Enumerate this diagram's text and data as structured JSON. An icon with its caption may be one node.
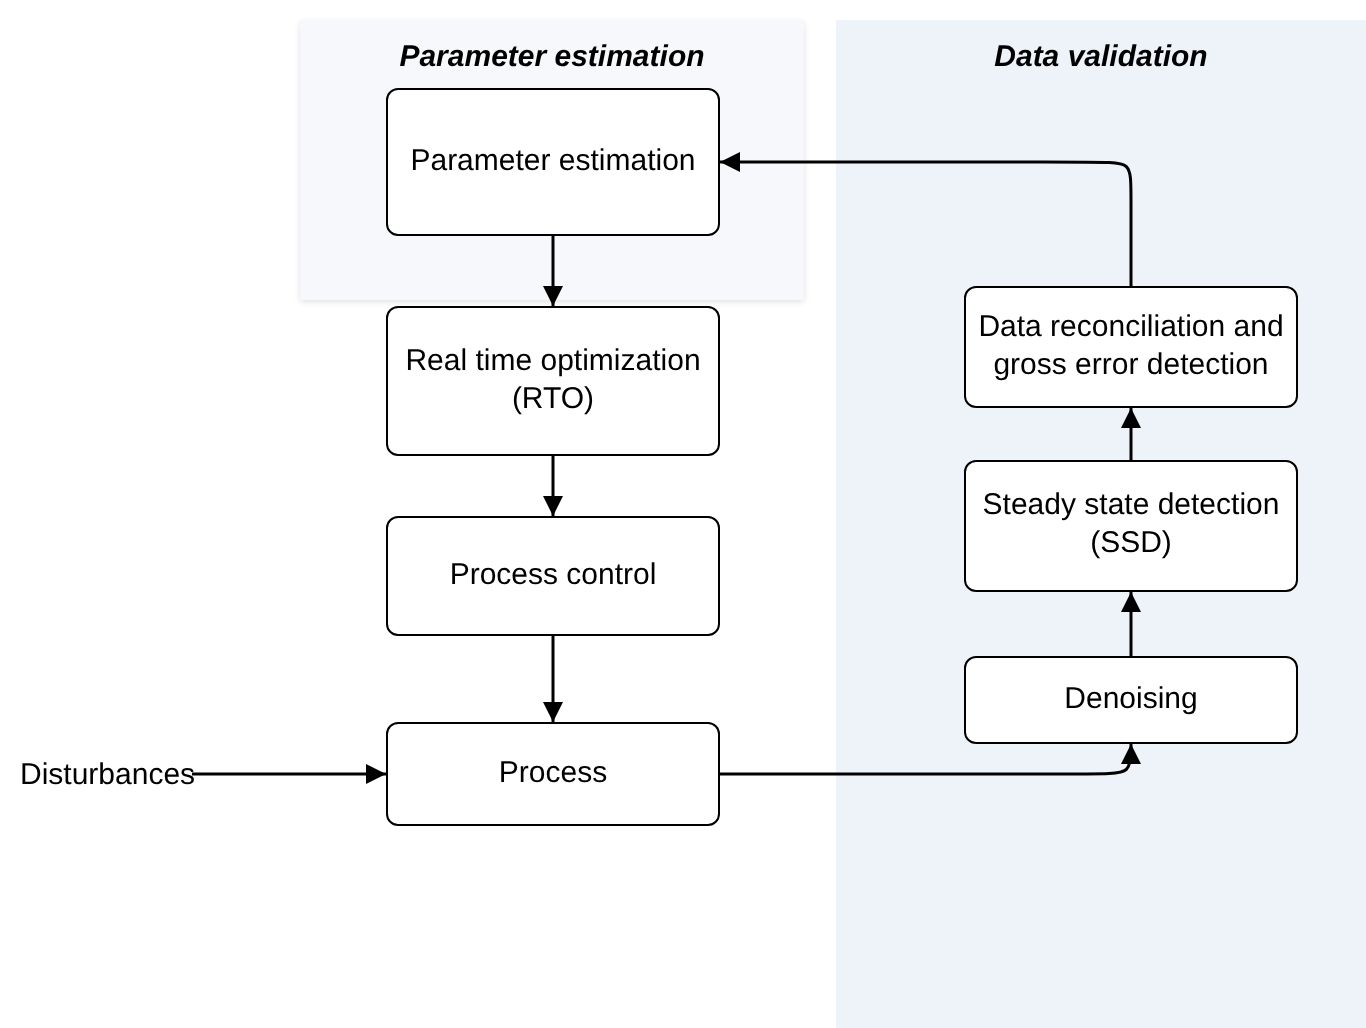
{
  "diagram": {
    "nodes": [
      {
        "text": [
          "Parameter estimation"
        ]
      },
      {
        "text": [
          "Data validation"
        ]
      },
      {
        "text": [
          "Parameter estimation"
        ],
        "in": 0
      },
      {
        "text": [
          "Real time optimization (RTO)"
        ]
      },
      {
        "text": [
          "Process control"
        ]
      },
      {
        "text": [
          "Process"
        ]
      },
      {
        "text": [
          "Disturbances"
        ]
      },
      {
        "text": [
          "Data reconciliation and gross error detection"
        ],
        "in": 1
      },
      {
        "text": [
          "Steady state detection (SSD)"
        ],
        "in": 1
      },
      {
        "text": [
          "Denoising"
        ],
        "in": 1
      }
    ],
    "edges": [
      {
        "from": 2,
        "to": 3,
        "arrow": "to"
      },
      {
        "from": 3,
        "to": 4,
        "arrow": "to"
      },
      {
        "from": 4,
        "to": 5,
        "arrow": "to"
      },
      {
        "from": 6,
        "to": 5,
        "arrow": "to"
      },
      {
        "from": 5,
        "to": 9,
        "arrow": "to"
      },
      {
        "from": 9,
        "to": 8,
        "arrow": "to"
      },
      {
        "from": 8,
        "to": 7,
        "arrow": "to"
      },
      {
        "from": 7,
        "to": 2,
        "arrow": "to"
      }
    ]
  }
}
